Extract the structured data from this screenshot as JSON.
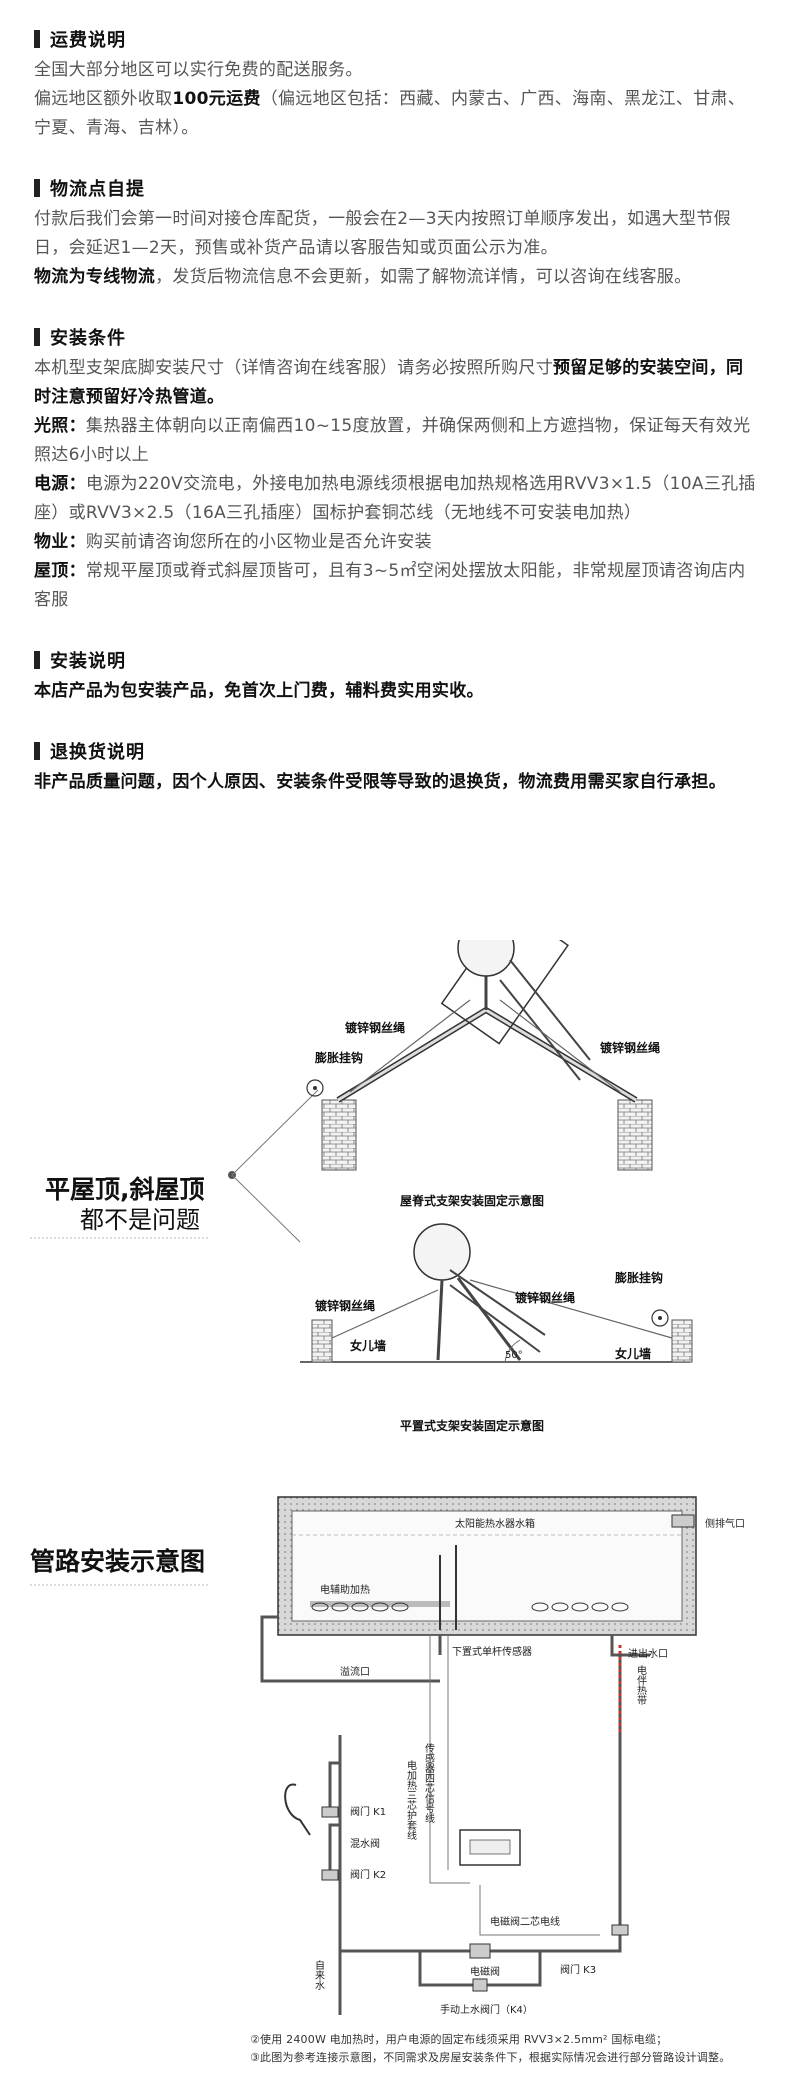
{
  "sections": [
    {
      "title": "运费说明",
      "paragraphs": [
        {
          "text": "全国大部分地区可以实行免费的配送服务。"
        },
        {
          "pre": "偏远地区额外收取",
          "strong": "100元运费",
          "post": "（偏远地区包括：西藏、内蒙古、广西、海南、黑龙江、甘肃、宁夏、青海、吉林）。"
        }
      ]
    },
    {
      "title": "物流点自提",
      "paragraphs": [
        {
          "text": "付款后我们会第一时间对接仓库配货，一般会在2—3天内按照订单顺序发出，如遇大型节假日，会延迟1—2天，预售或补货产品请以客服告知或页面公示为准。"
        },
        {
          "lead": "物流为专线物流",
          "text": "，发货后物流信息不会更新，如需了解物流详情，可以咨询在线客服。"
        }
      ]
    },
    {
      "title": "安装条件",
      "paragraphs": [
        {
          "pre": "本机型支架底脚安装尺寸（详情咨询在线客服）请务必按照所购尺寸",
          "strong": "预留足够的安装空间，同时注意预留好冷热管道。",
          "post": ""
        },
        {
          "lead": "光照：",
          "text": "集热器主体朝向以正南偏西10~15度放置，并确保两侧和上方遮挡物，保证每天有效光照达6小时以上"
        },
        {
          "lead": "电源：",
          "text": "电源为220V交流电，外接电加热电源线须根据电加热规格选用RVV3×1.5（10A三孔插座）或RVV3×2.5（16A三孔插座）国标护套铜芯线（无地线不可安装电加热）"
        },
        {
          "lead": "物业：",
          "text": "购买前请咨询您所在的小区物业是否允许安装"
        },
        {
          "lead": "屋顶：",
          "text": "常规平屋顶或脊式斜屋顶皆可，且有3~5㎡空闲处摆放太阳能，非常规屋顶请咨询店内客服"
        }
      ]
    },
    {
      "title": "安装说明",
      "paragraphs": [
        {
          "bold": "本店产品为包安装产品，免首次上门费，辅料费实用实收。"
        }
      ]
    },
    {
      "title": "退换货说明",
      "paragraphs": [
        {
          "bold": "非产品质量问题，因个人原因、安装条件受限等导致的退换货，物流费用需买家自行承担。"
        }
      ]
    }
  ],
  "roof_diagram": {
    "headline_1": "平屋顶,斜屋顶",
    "headline_2": "都不是问题",
    "ridge_caption": "屋脊式支架安装固定示意图",
    "flat_caption": "平置式支架安装固定示意图",
    "label_wire": "镀锌钢丝绳",
    "label_hook": "膨胀挂钩",
    "label_wall": "女儿墙",
    "label_angle": "50°"
  },
  "pipe_diagram": {
    "headline": "管路安装示意图",
    "tank_label": "太阳能热水器水箱",
    "exhaust": "侧排气口",
    "heater": "电辅助加热",
    "sensor": "下置式单杆传感器",
    "overflow": "溢流口",
    "inout": "进出水口",
    "heat_tape": "电伴热带",
    "heater_wire": "电加热三芯护套线",
    "sensor_wire": "传感器四芯信号线",
    "solenoid_wire": "电磁阀二芯电线",
    "valve_k1": "阀门 K1",
    "mixing_valve": "混水阀",
    "valve_k2": "阀门 K2",
    "valve_k3": "阀门 K3",
    "solenoid": "电磁阀",
    "tap_water": "自来水",
    "manual_valve": "手动上水阀门（K4）",
    "note_2": "②使用 2400W 电加热时，用户电源的固定布线须采用 RVV3×2.5mm² 国标电缆；",
    "note_3": "③此图为参考连接示意图，不同需求及房屋安装条件下，根据实际情况会进行部分管路设计调整。"
  }
}
